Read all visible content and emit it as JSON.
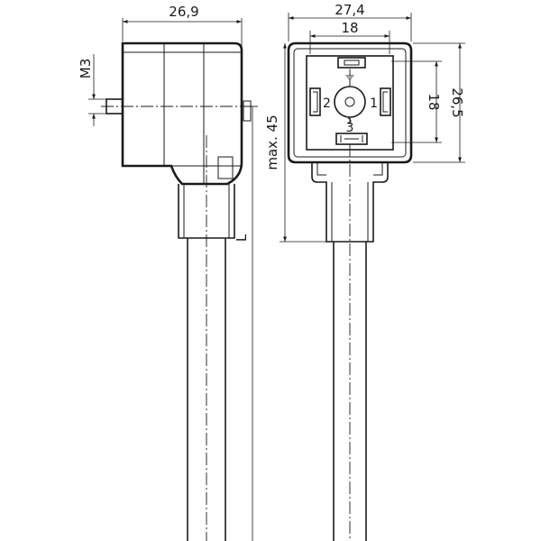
{
  "side_view": {
    "width_dim": "26,9",
    "thread_dim": "M3",
    "length_label": "L",
    "max_height_dim": "max. 45"
  },
  "front_view": {
    "width_dim": "27,4",
    "inner_width_dim": "18",
    "inner_height_dim": "18",
    "height_dim": "26,5",
    "pin_left_label": "2",
    "pin_right_label": "1",
    "pin_top_label": "⏚",
    "pin_bottom_label": "3"
  }
}
